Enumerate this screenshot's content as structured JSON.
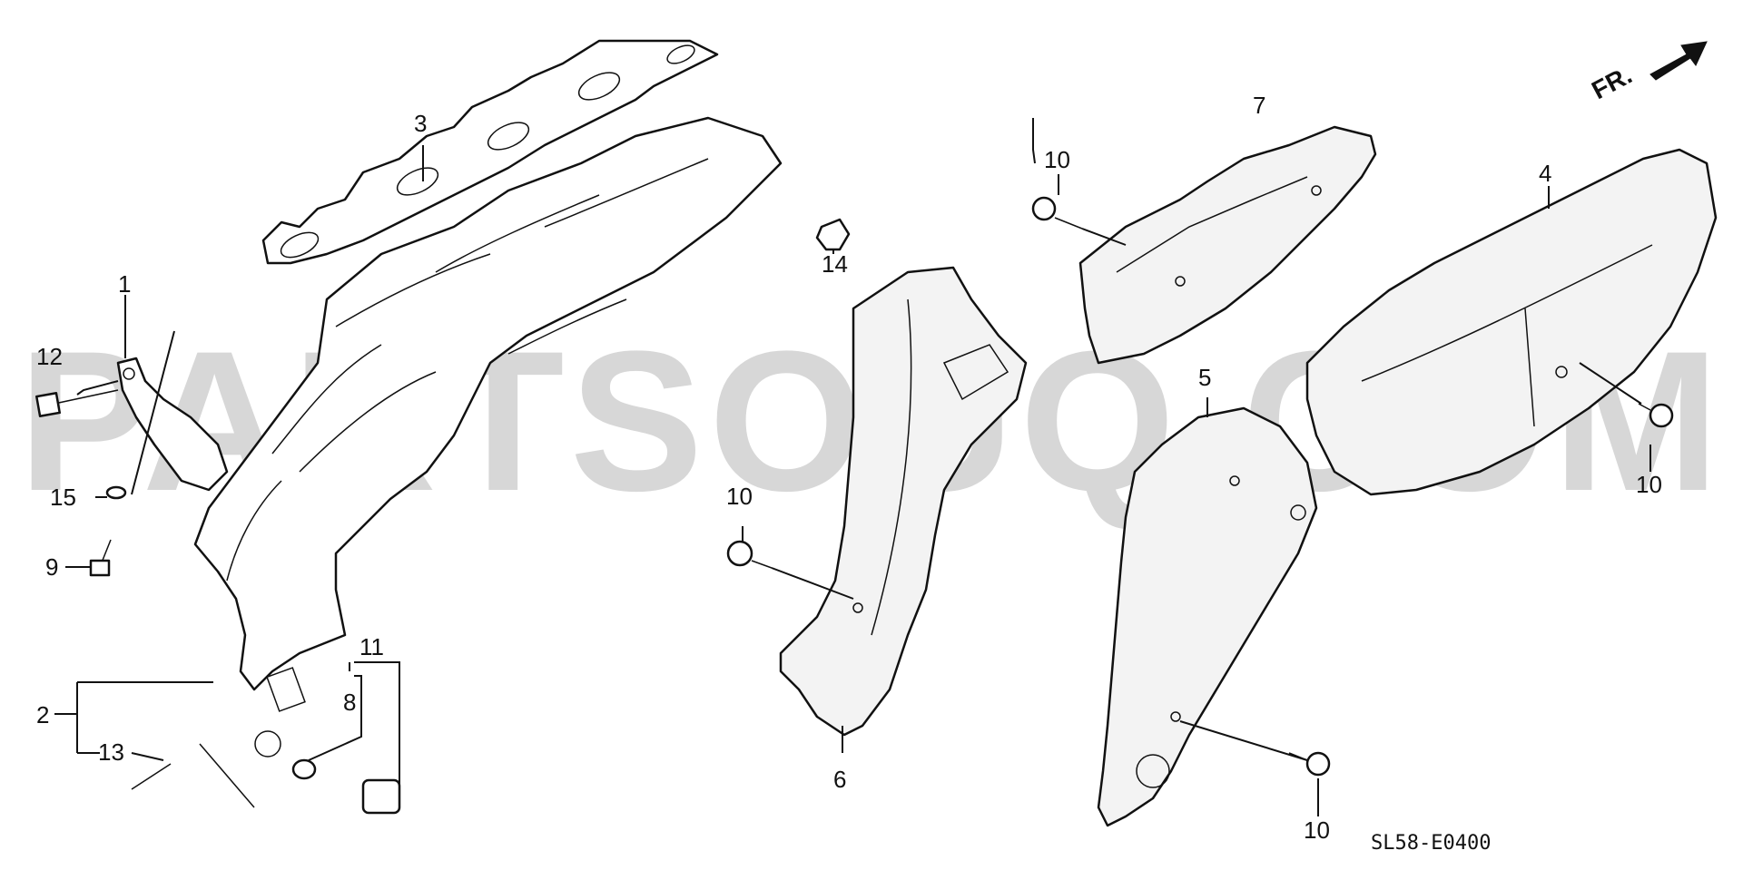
{
  "diagram": {
    "code": "SL58-E0400",
    "watermark": "PARTSOUQ.COM",
    "direction": "FR.",
    "callouts": [
      {
        "id": "c1",
        "text": "1"
      },
      {
        "id": "c2",
        "text": "2"
      },
      {
        "id": "c3",
        "text": "3"
      },
      {
        "id": "c4",
        "text": "4"
      },
      {
        "id": "c5",
        "text": "5"
      },
      {
        "id": "c6",
        "text": "6"
      },
      {
        "id": "c7",
        "text": "7"
      },
      {
        "id": "c8",
        "text": "8"
      },
      {
        "id": "c9",
        "text": "9"
      },
      {
        "id": "c10a",
        "text": "10"
      },
      {
        "id": "c10b",
        "text": "10"
      },
      {
        "id": "c10c",
        "text": "10"
      },
      {
        "id": "c10d",
        "text": "10"
      },
      {
        "id": "c11",
        "text": "11"
      },
      {
        "id": "c12",
        "text": "12"
      },
      {
        "id": "c13",
        "text": "13"
      },
      {
        "id": "c14",
        "text": "14"
      },
      {
        "id": "c15",
        "text": "15"
      }
    ]
  }
}
